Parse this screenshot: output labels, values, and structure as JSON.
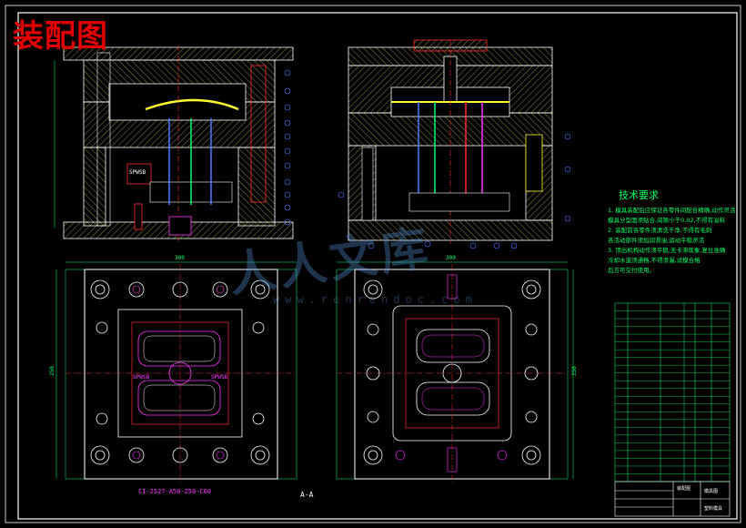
{
  "drawing_title": "装配图",
  "technical_requirements": {
    "title": "技术要求",
    "lines": [
      "1. 模具装配后应保证各零件间配合精确,动作灵活",
      "模具分型面须贴合,间隙小于0.02,不得有溢料",
      "2. 装配前各零件须清洗干净,不得有毛刺",
      "各活动部件须加润滑油,运动平稳灵活",
      "3. 顶出机构动作须平稳,无卡滞现象,复位准确",
      "冷却水道须通畅,不得渗漏,试模合格",
      "后方可交付使用。"
    ]
  },
  "dimensions": {
    "top_width": "300",
    "top_width_right": "300",
    "left_height": "250",
    "right_height": "250"
  },
  "labels": {
    "model_code": "CI-2527-A50-250-C60",
    "section_mark": "A-A",
    "spring_left": "SPWSB",
    "spring_left2": "SPWSB",
    "spring_right": "SPWSB"
  },
  "watermark": {
    "main": "人人文库",
    "sub": "www.renrendoc.com"
  },
  "title_block": {
    "drawing_name": "装配图",
    "cell_a": "模具图",
    "cell_b": "塑料模具"
  },
  "colors": {
    "frame": "#ffffff",
    "hatch": "#d4c35a",
    "line_green": "#00ff66",
    "line_red": "#ff3030",
    "line_blue": "#4a7bff",
    "line_magenta": "#ff33ff",
    "line_yellow": "#ffff33"
  }
}
